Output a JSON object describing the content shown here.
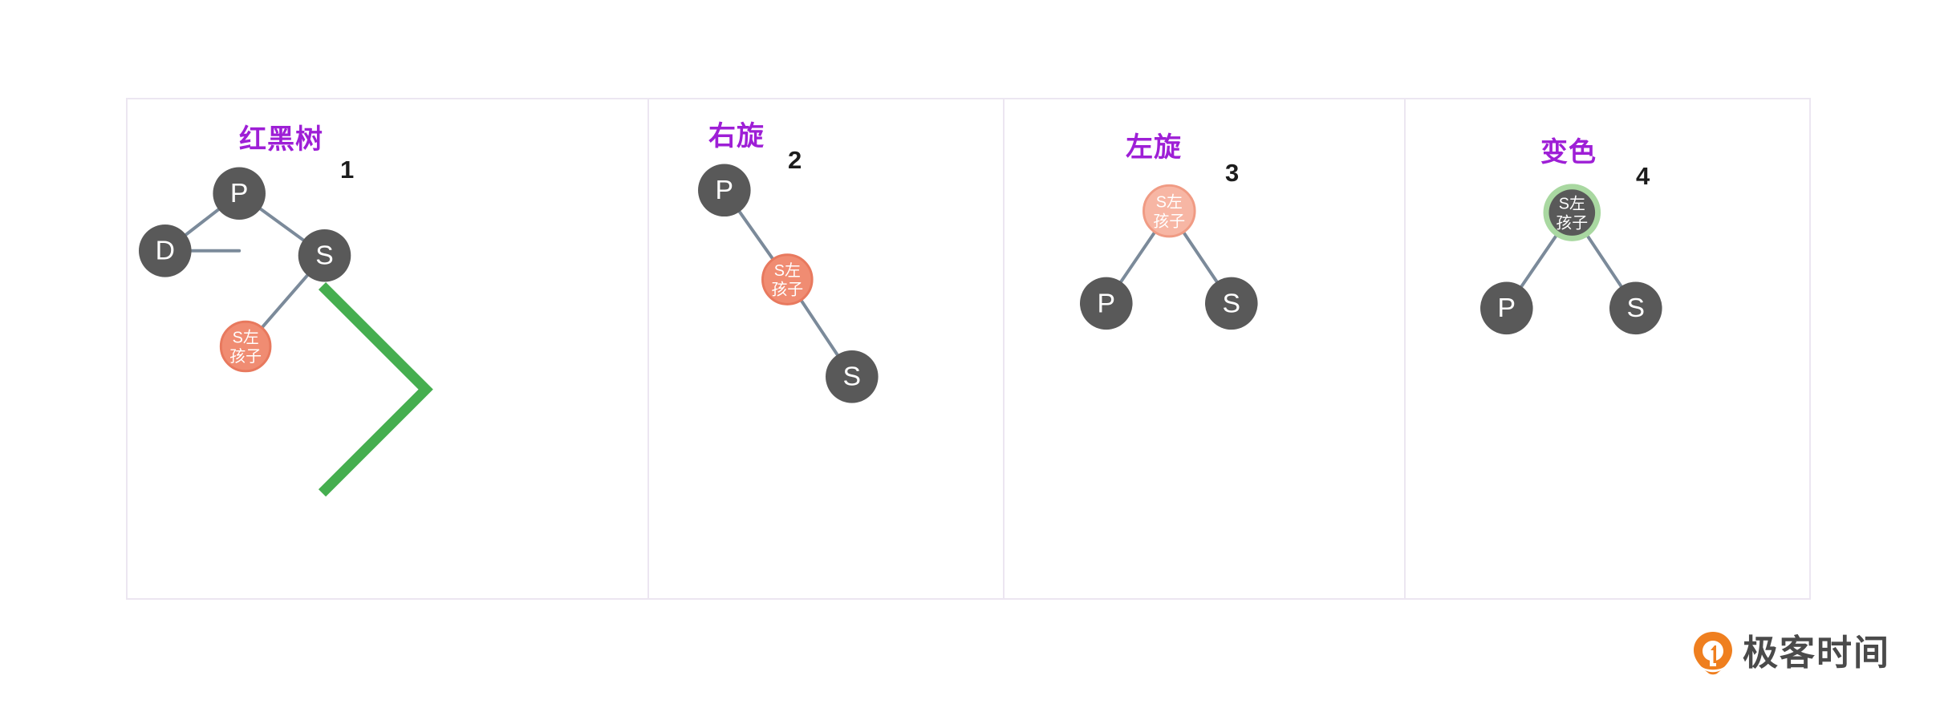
{
  "figure": {
    "caption": "",
    "colors": {
      "panel_border": "#ece6f1",
      "title_purple": "#9e1fd6",
      "node_black": "#595959",
      "node_red": "#f08c72",
      "node_red_light": "#f7b6a4",
      "node_green_halo": "#a9d8a1",
      "edge": "#7b8a9a",
      "marker_green": "#45ae4f",
      "brand_orange": "#ef7f1f"
    }
  },
  "panels": [
    {
      "title": "红黑树",
      "number": "1",
      "nodes": [
        {
          "id": "p",
          "label": "P",
          "label_lines": [
            "P"
          ],
          "type": "black"
        },
        {
          "id": "d",
          "label": "D",
          "label_lines": [
            "D"
          ],
          "type": "black"
        },
        {
          "id": "s",
          "label": "S",
          "label_lines": [
            "S"
          ],
          "type": "black"
        },
        {
          "id": "sl",
          "label": "S左孩子",
          "label_lines": [
            "S左",
            "孩子"
          ],
          "type": "red"
        }
      ],
      "edges": [
        [
          "p",
          "d"
        ],
        [
          "p",
          "s"
        ],
        [
          "s",
          "sl"
        ]
      ],
      "marker": "green-chevron-right"
    },
    {
      "title": "右旋",
      "number": "2",
      "nodes": [
        {
          "id": "p",
          "label": "P",
          "label_lines": [
            "P"
          ],
          "type": "black"
        },
        {
          "id": "sl",
          "label": "S左孩子",
          "label_lines": [
            "S左",
            "孩子"
          ],
          "type": "red"
        },
        {
          "id": "s",
          "label": "S",
          "label_lines": [
            "S"
          ],
          "type": "black"
        }
      ],
      "edges": [
        [
          "p",
          "sl"
        ],
        [
          "sl",
          "s"
        ]
      ],
      "marker": ""
    },
    {
      "title": "左旋",
      "number": "3",
      "nodes": [
        {
          "id": "sl",
          "label": "S左孩子",
          "label_lines": [
            "S左",
            "孩子"
          ],
          "type": "red-light"
        },
        {
          "id": "p",
          "label": "P",
          "label_lines": [
            "P"
          ],
          "type": "black"
        },
        {
          "id": "s",
          "label": "S",
          "label_lines": [
            "S"
          ],
          "type": "black"
        }
      ],
      "edges": [
        [
          "sl",
          "p"
        ],
        [
          "sl",
          "s"
        ]
      ],
      "marker": ""
    },
    {
      "title": "变色",
      "number": "4",
      "nodes": [
        {
          "id": "sl",
          "label": "S左孩子",
          "label_lines": [
            "S左",
            "孩子"
          ],
          "type": "black-green-halo"
        },
        {
          "id": "p",
          "label": "P",
          "label_lines": [
            "P"
          ],
          "type": "black"
        },
        {
          "id": "s",
          "label": "S",
          "label_lines": [
            "S"
          ],
          "type": "black"
        }
      ],
      "edges": [
        [
          "sl",
          "p"
        ],
        [
          "sl",
          "s"
        ]
      ],
      "marker": ""
    }
  ],
  "brand": {
    "name": "极客时间",
    "mark_icon": "geektime-pin-icon"
  }
}
